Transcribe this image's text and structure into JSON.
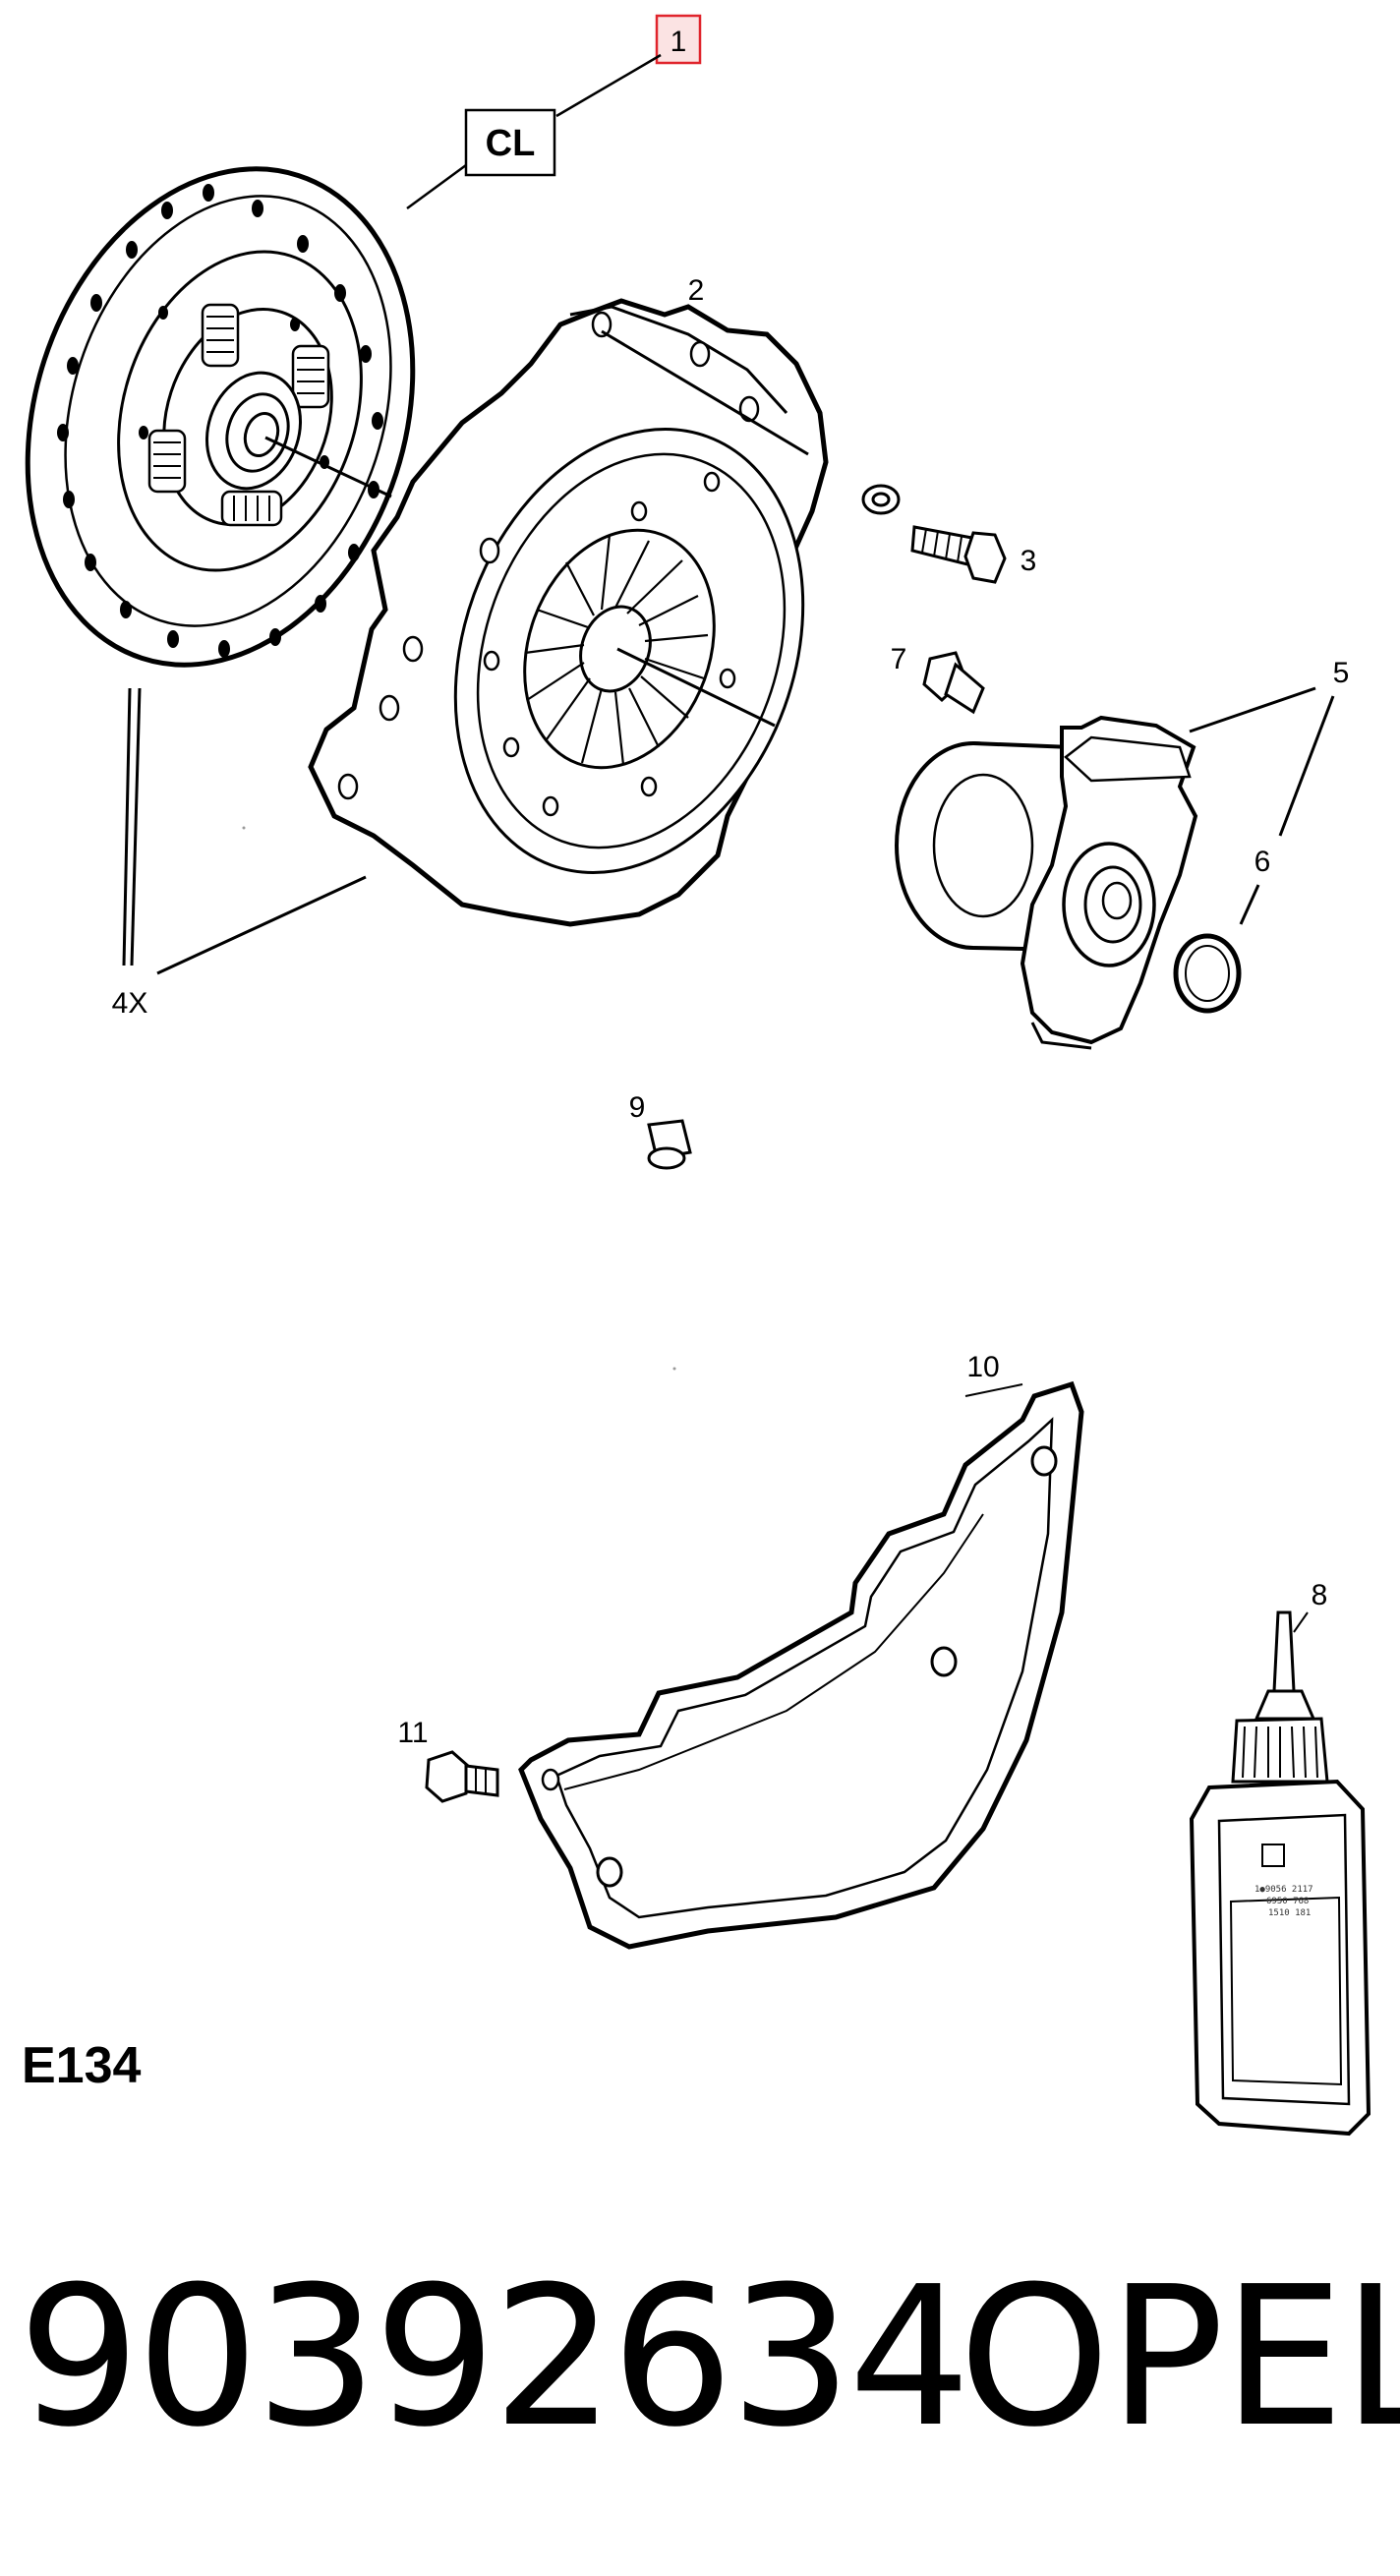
{
  "selection": {
    "callout": "1",
    "accent_color": "#e0242c",
    "fill_color": "#fbe3e3"
  },
  "labels": {
    "cl": "CL",
    "callout_2": "2",
    "callout_3": "3",
    "callout_4x": "4X",
    "callout_5": "5",
    "callout_6": "6",
    "callout_7": "7",
    "callout_8": "8",
    "callout_9": "9",
    "callout_10": "10",
    "callout_11": "11"
  },
  "bottle_label_lines": [
    "1●9056 2117",
    "6950 768",
    "1510 181"
  ],
  "diagram_code": "E134",
  "part_number": "90392634",
  "brand": "OPEL"
}
